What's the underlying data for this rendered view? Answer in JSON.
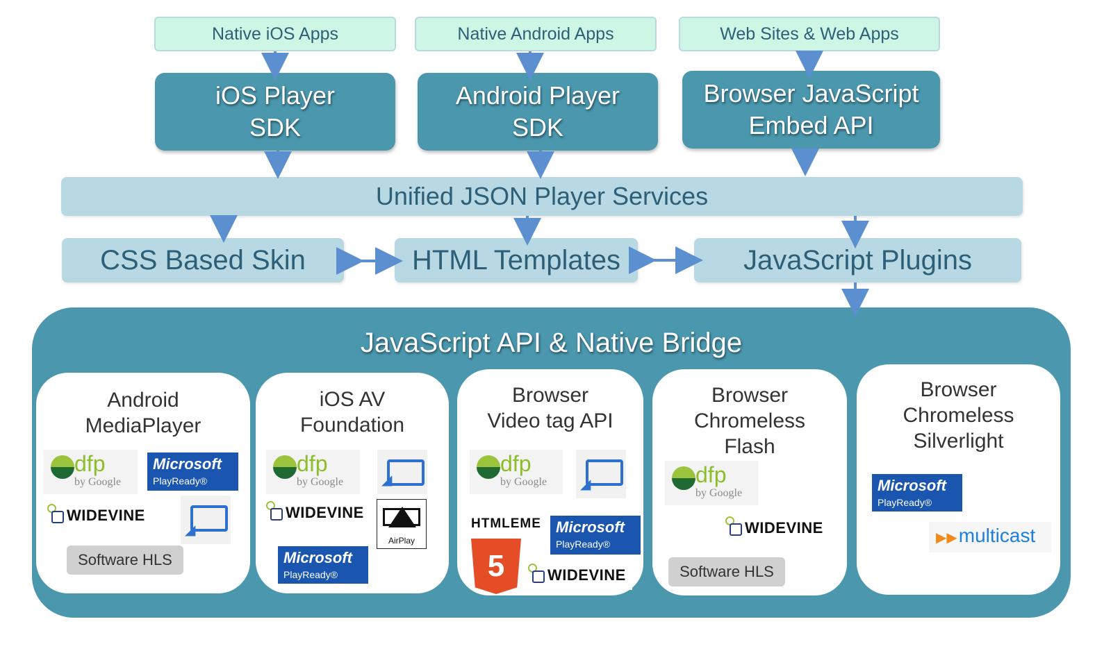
{
  "apps": [
    "Native iOS Apps",
    "Native Android Apps",
    "Web Sites & Web Apps"
  ],
  "sdks": [
    {
      "line1": "iOS Player",
      "line2": "SDK"
    },
    {
      "line1": "Android Player",
      "line2": "SDK"
    },
    {
      "line1": "Browser JavaScript",
      "line2": "Embed API"
    }
  ],
  "services": "Unified JSON Player Services",
  "layers": [
    "CSS Based Skin",
    "HTML Templates",
    "JavaScript Plugins"
  ],
  "bridge_title": "JavaScript API & Native Bridge",
  "platforms": [
    {
      "lines": [
        "Android",
        "MediaPlayer"
      ]
    },
    {
      "lines": [
        "iOS AV",
        "Foundation"
      ]
    },
    {
      "lines": [
        "Browser",
        "Video tag API"
      ]
    },
    {
      "lines": [
        "Browser",
        "Chromeless",
        "Flash"
      ]
    },
    {
      "lines": [
        "Browser",
        "Chromeless",
        "Silverlight"
      ]
    }
  ],
  "logos": {
    "dfp_main": "dfp",
    "dfp_sub": "by Google",
    "ms_main": "Microsoft",
    "ms_sub": "PlayReady®",
    "widevine": "WIDEVINE",
    "software_hls": "Software HLS",
    "airplay": "AirPlay",
    "htmleme": "HTMLEME",
    "html5_number": "5",
    "multicast": "multicast"
  },
  "colors": {
    "dark_teal": "#4a97ae",
    "light_blue": "#b8d9e3",
    "mint": "#cdf7e4",
    "arrow": "#5b8fd0"
  }
}
